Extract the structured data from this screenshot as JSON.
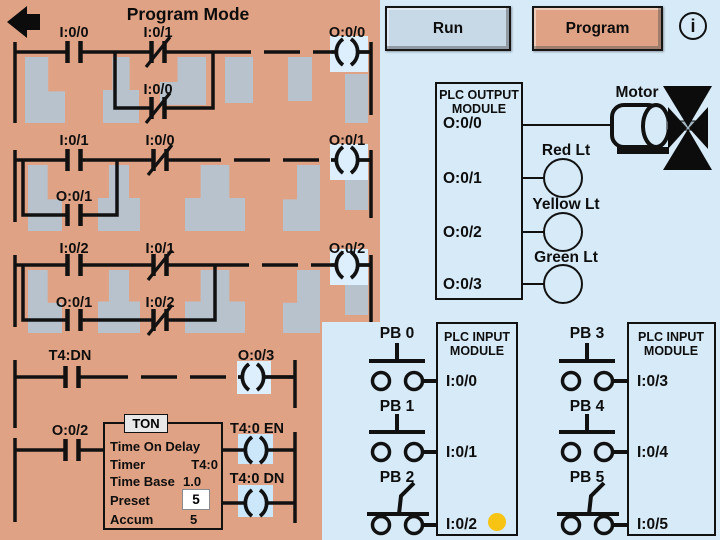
{
  "title": "Program Mode",
  "toolbar": {
    "run": "Run",
    "program": "Program",
    "info": "i"
  },
  "ladder": {
    "rung1": {
      "contact1": "I:0/0",
      "contact2": "I:0/1",
      "coil": "O:0/0",
      "branch_contact": "I:0/0"
    },
    "rung2": {
      "contact1": "I:0/1",
      "contact2": "I:0/0",
      "coil": "O:0/1",
      "branch_contact": "O:0/1"
    },
    "rung3": {
      "contact1": "I:0/2",
      "contact2": "I:0/1",
      "coil": "O:0/2",
      "branch_contact1": "O:0/1",
      "branch_contact2": "I:0/2"
    },
    "rung4": {
      "contact1": "T4:DN",
      "coil": "O:0/3"
    },
    "rung5": {
      "contact1": "O:0/2",
      "en_coil": "T4:0 EN",
      "dn_coil": "T4:0 DN"
    }
  },
  "timer": {
    "tab": "TON",
    "title": "Time On Delay",
    "timer_label": "Timer",
    "timer_value": "T4:0",
    "timebase_label": "Time Base",
    "timebase_value": "1.0",
    "preset_label": "Preset",
    "preset_value": "5",
    "accum_label": "Accum",
    "accum_value": "5"
  },
  "output_module": {
    "header_line1": "PLC OUTPUT",
    "header_line2": "MODULE",
    "ports": [
      "O:0/0",
      "O:0/1",
      "O:0/2",
      "O:0/3"
    ],
    "motor_label": "Motor",
    "red_light_label": "Red Lt",
    "yellow_light_label": "Yellow Lt",
    "green_light_label": "Green Lt"
  },
  "input_module_left": {
    "header_line1": "PLC INPUT",
    "header_line2": "MODULE",
    "ports": [
      "I:0/0",
      "I:0/1",
      "I:0/2"
    ],
    "pushbuttons": [
      "PB 0",
      "PB 1",
      "PB 2"
    ]
  },
  "input_module_right": {
    "header_line1": "PLC INPUT",
    "header_line2": "MODULE",
    "ports": [
      "I:0/3",
      "I:0/4",
      "I:0/5"
    ],
    "pushbuttons": [
      "PB 3",
      "PB 4",
      "PB 5"
    ]
  },
  "colors": {
    "panel_salmon": "#e0a284",
    "background_blue": "#d6eaf8",
    "block_gray": "#b7c2cc",
    "coil_highlight": "#ddeffc",
    "indicator_yellow": "#f7c414",
    "run_button": "#c7d8e6"
  }
}
